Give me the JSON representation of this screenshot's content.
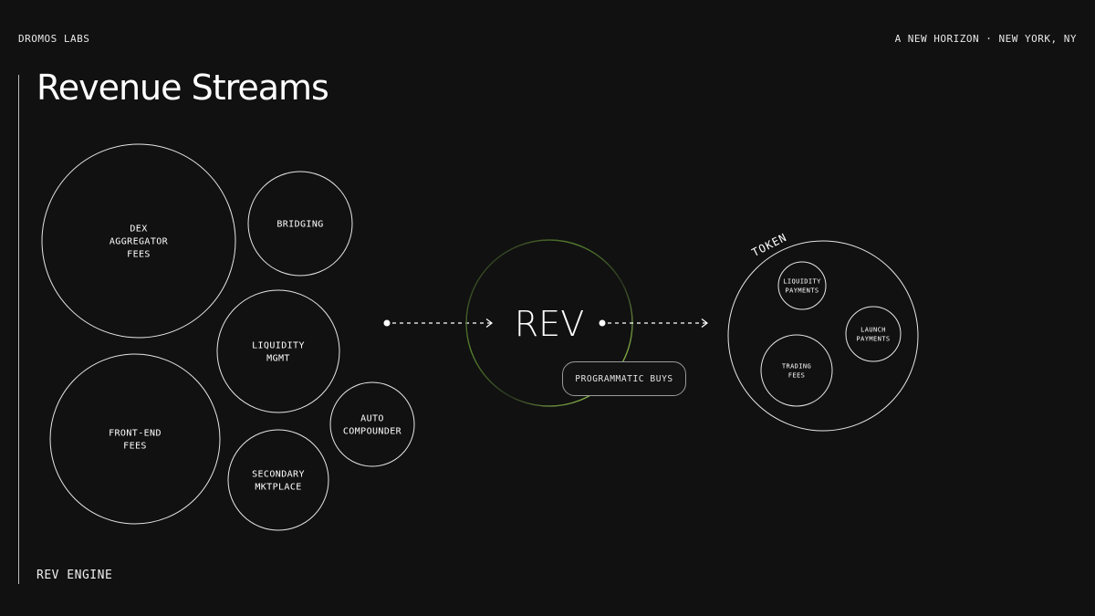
{
  "header": {
    "brand": "DROMOS LABS",
    "event": "A NEW HORIZON · NEW YORK, NY"
  },
  "title": "Revenue Streams",
  "footer": "REV ENGINE",
  "streams": [
    {
      "lines": [
        "DEX",
        "AGGREGATOR",
        "FEES"
      ]
    },
    {
      "lines": [
        "BRIDGING"
      ]
    },
    {
      "lines": [
        "LIQUIDITY",
        "MGMT"
      ]
    },
    {
      "lines": [
        "FRONT-END",
        "FEES"
      ]
    },
    {
      "lines": [
        "AUTO",
        "COMPOUNDER"
      ]
    },
    {
      "lines": [
        "SECONDARY",
        "MKTPLACE"
      ]
    }
  ],
  "rev": {
    "label": "REV",
    "tag": "PROGRAMMATIC BUYS"
  },
  "token": {
    "label": "TOKEN",
    "items": [
      {
        "lines": [
          "LIQUIDITY",
          "PAYMENTS"
        ]
      },
      {
        "lines": [
          "LAUNCH",
          "PAYMENTS"
        ]
      },
      {
        "lines": [
          "TRADING",
          "FEES"
        ]
      }
    ]
  },
  "colors": {
    "background": "#111111",
    "stroke": "#e6e6e6",
    "rev_glow": "#8fbf4a"
  }
}
